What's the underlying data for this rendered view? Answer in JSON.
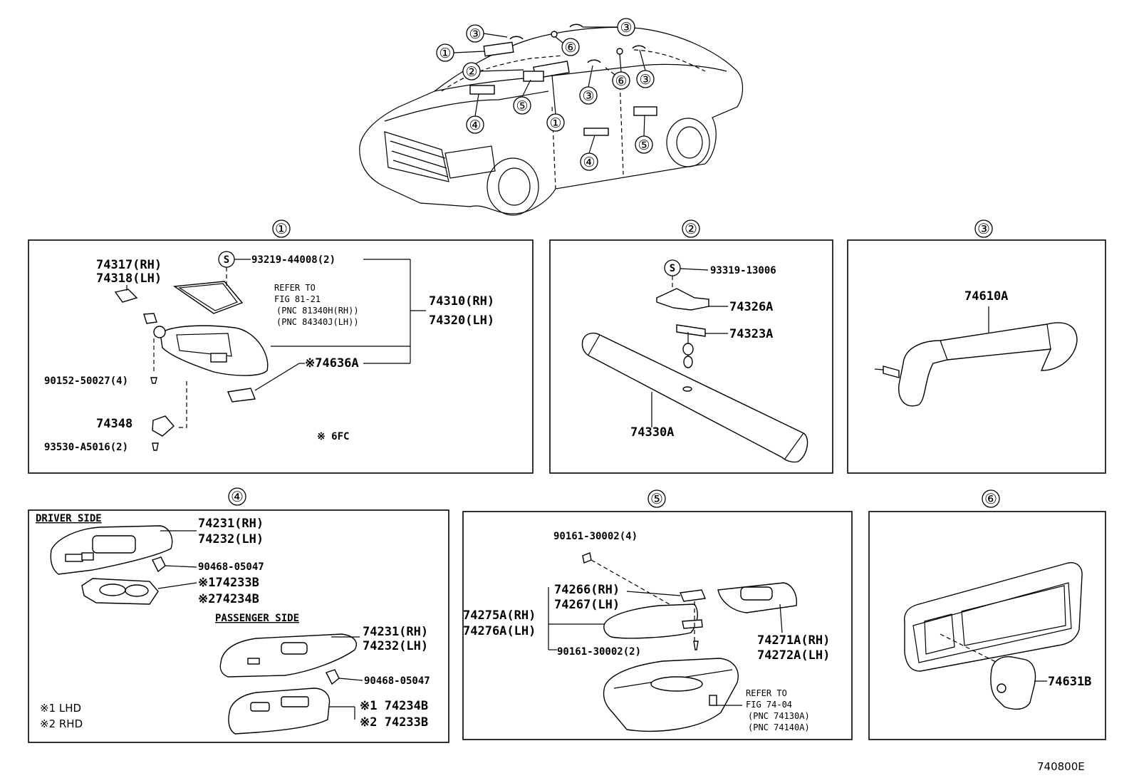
{
  "doc_code": "740800E",
  "section_numbers": [
    "①",
    "②",
    "③",
    "④",
    "⑤",
    "⑥"
  ],
  "car_callouts": [
    "③",
    "①",
    "②",
    "④",
    "⑤",
    "①",
    "⑥",
    "③",
    "③",
    "③",
    "⑥",
    "③",
    "④",
    "⑤"
  ],
  "panel1": {
    "p74317": "74317(RH)",
    "p74318": "74318(LH)",
    "s_mark": "S",
    "p93219": "93219-44008(2)",
    "refer1": "REFER TO",
    "refer2": "FIG 81-21",
    "refer3": "(PNC 81340H(RH))",
    "refer4": "(PNC 84340J(LH))",
    "p74310": "74310(RH)",
    "p74320": "74320(LH)",
    "p74636": "※74636A",
    "p90152": "90152-50027(4)",
    "p74348": "74348",
    "p93530": "93530-A5016(2)",
    "note": "※ 6FC"
  },
  "panel2": {
    "s_mark": "S",
    "p93319": "93319-13006",
    "p74326": "74326A",
    "p74323": "74323A",
    "p74330": "74330A"
  },
  "panel3": {
    "p74610": "74610A"
  },
  "panel4": {
    "driver_side": "DRIVER SIDE",
    "d74231": "74231(RH)",
    "d74232": "74232(LH)",
    "d90468": "90468-05047",
    "d74233": "※174233B",
    "d74234": "※274234B",
    "passenger_side": "PASSENGER SIDE",
    "p74231": "74231(RH)",
    "p74232": "74232(LH)",
    "p90468": "90468-05047",
    "p74234": "※1 74234B",
    "p74233": "※2 74233B",
    "note1": "※1 LHD",
    "note2": "※2 RHD"
  },
  "panel5": {
    "p90161a": "90161-30002(4)",
    "p74266": "74266(RH)",
    "p74267": "74267(LH)",
    "p74275": "74275A(RH)",
    "p74276": "74276A(LH)",
    "p90161b": "90161-30002(2)",
    "p74271": "74271A(RH)",
    "p74272": "74272A(LH)",
    "refer1": "REFER TO",
    "refer2": "FIG 74-04",
    "refer3": "(PNC 74130A)",
    "refer4": "(PNC 74140A)"
  },
  "panel6": {
    "p74631": "74631B"
  }
}
